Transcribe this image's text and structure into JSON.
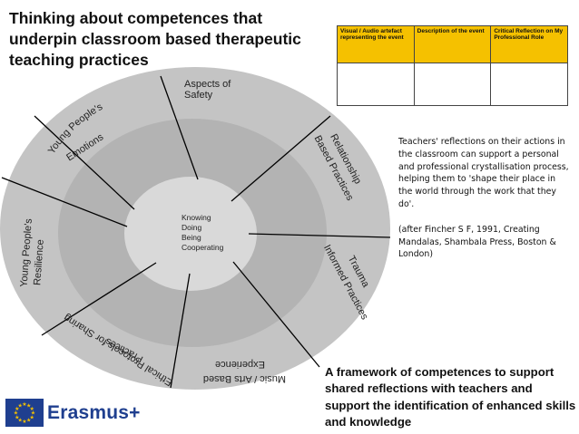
{
  "title": "Thinking about competences that underpin classroom based therapeutic teaching practices",
  "wheel": {
    "center_lines": [
      "Knowing",
      "Doing",
      "Being",
      "Cooperating"
    ],
    "segments": {
      "aspects_of_safety": [
        "Aspects of",
        "Safety"
      ],
      "young_peoples_emotions": [
        "Young People's",
        "Emotions"
      ],
      "relationship_based_practices": [
        "Relationship",
        "Based Practices"
      ],
      "young_peoples_resilience": [
        "Young People's",
        "Resilience"
      ],
      "trauma_informed_practices": [
        "Trauma",
        "Informed Practices"
      ],
      "ethical_protocols": [
        "Ethical Protocols for Sharing",
        "Practices"
      ],
      "music_arts_experience": [
        "Music / Arts Based",
        "Experience"
      ]
    },
    "colors": {
      "outer": "#c4c4c4",
      "middle": "#b3b3b3",
      "inner": "#d9d9d9",
      "lines": "#000000"
    }
  },
  "table": {
    "headers": [
      "Visual / Audio artefact representing the event",
      "Description of the event",
      "Critical Reflection on My Professional Role"
    ],
    "header_color": "#f5c100"
  },
  "quote": {
    "text": "Teachers' reflections on their actions in the classroom can support a personal and professional crystallisation process, helping them to 'shape their place in the world through the work that they do'.",
    "citation": "(after Fincher S F, 1991, Creating Mandalas, Shambala Press, Boston & London)"
  },
  "caption": "A framework of competences to support  shared reflections with teachers and  support the identification of enhanced skills and knowledge",
  "logo": {
    "text": "Erasmus+",
    "flag_color": "#1f3f8f",
    "star_color": "#f5c100"
  }
}
